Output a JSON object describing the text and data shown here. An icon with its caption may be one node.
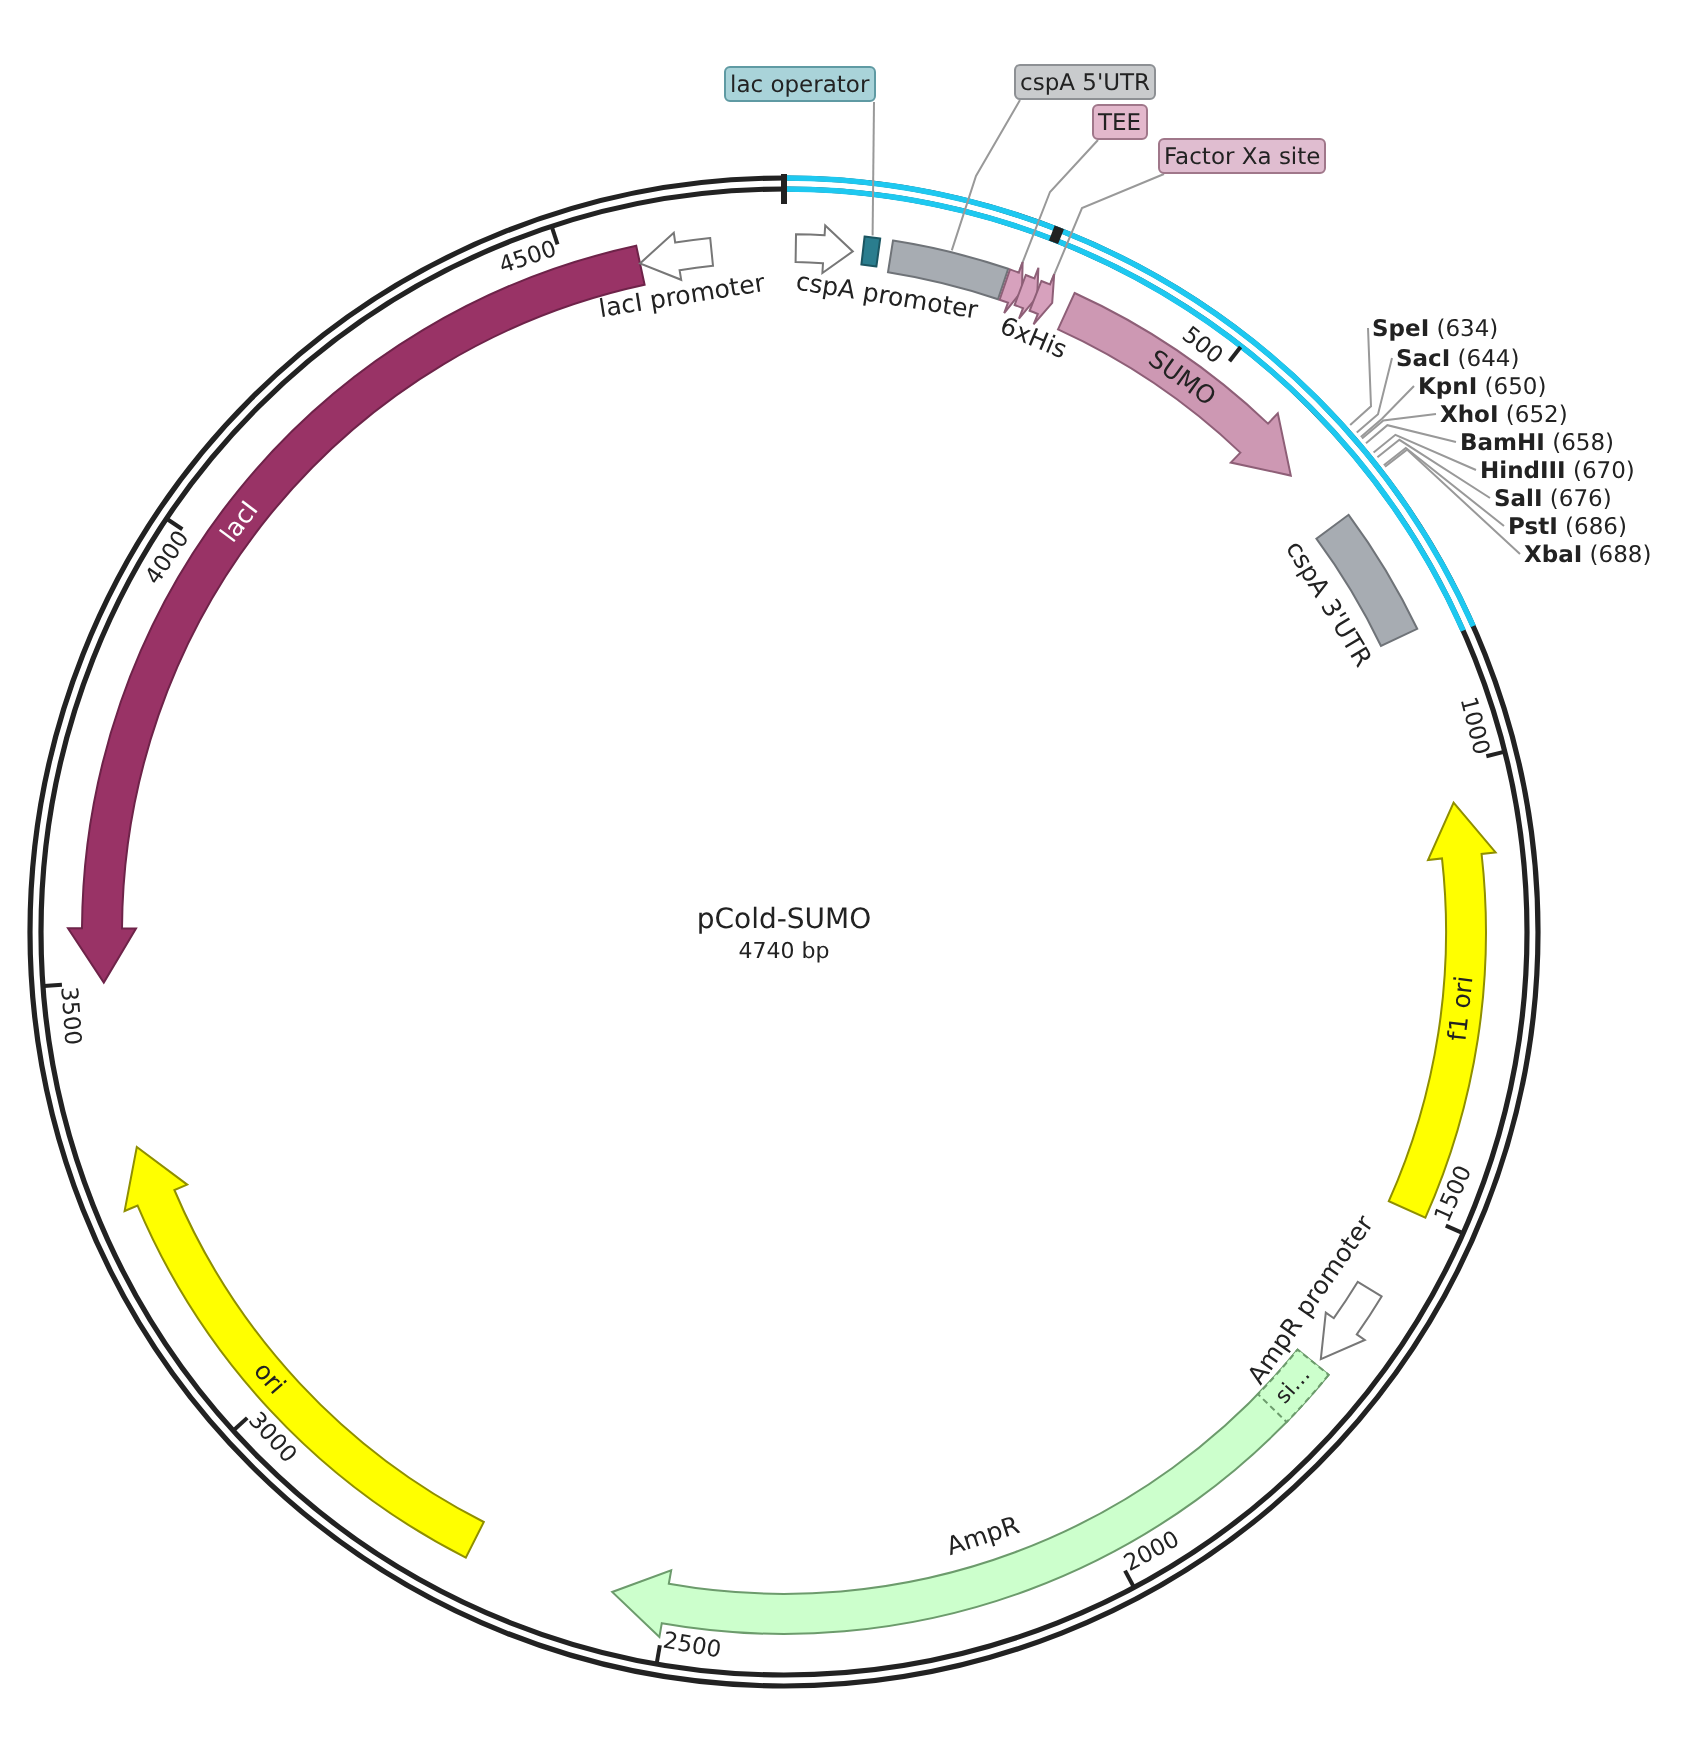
{
  "diagram": {
    "title": "pCold-SUMO",
    "nodes": [
      {
        "text": [
          "lac operator"
        ]
      },
      {
        "text": [
          "cspA 5'UTR"
        ]
      },
      {
        "text": [
          "TEE"
        ]
      },
      {
        "text": [
          "Factor Xa site"
        ]
      },
      {
        "text": [
          "lacI promoter"
        ]
      },
      {
        "text": [
          "cspA promoter"
        ]
      },
      {
        "text": [],
        "shape": "box"
      },
      {
        "text": [],
        "shape": "box"
      },
      {
        "text": [],
        "shape": "chevron"
      },
      {
        "text": [
          "6xHis"
        ]
      },
      {
        "text": [],
        "shape": "chevron"
      },
      {
        "text": [
          "SUMO"
        ]
      },
      {
        "text": [
          "**SpeI** (634)"
        ]
      },
      {
        "text": [
          "**SacI** (644)"
        ]
      },
      {
        "text": [
          "**KpnI** (650)"
        ]
      },
      {
        "text": [
          "**XhoI** (652)"
        ]
      },
      {
        "text": [
          "**BamHI** (658)"
        ]
      },
      {
        "text": [
          "**HindIII** (670)"
        ]
      },
      {
        "text": [
          "**SalI** (676)"
        ]
      },
      {
        "text": [
          "**PstI** (686)"
        ]
      },
      {
        "text": [
          "**XbaI** (688)"
        ]
      },
      {
        "text": [
          "cspA 3'UTR"
        ]
      },
      {
        "text": [
          "f1 ori"
        ]
      },
      {
        "text": [
          "AmpR promoter"
        ]
      },
      {
        "text": [
          "AmpR"
        ]
      },
      {
        "text": [
          "si…"
        ],
        "in": 24
      },
      {
        "text": [
          "ori"
        ]
      },
      {
        "text": [
          "lacI"
        ]
      }
    ],
    "edges": [
      {
        "from": 0,
        "to": 6,
        "arrow": "none"
      },
      {
        "from": 1,
        "to": 7,
        "arrow": "none"
      },
      {
        "from": 2,
        "to": 8,
        "arrow": "none"
      },
      {
        "from": 3,
        "to": 10,
        "arrow": "none"
      },
      {
        "from": 12,
        "to": null,
        "arrow": "none"
      },
      {
        "from": 13,
        "to": null,
        "arrow": "none"
      },
      {
        "from": 14,
        "to": null,
        "arrow": "none"
      },
      {
        "from": 15,
        "to": null,
        "arrow": "none"
      },
      {
        "from": 16,
        "to": null,
        "arrow": "none"
      },
      {
        "from": 17,
        "to": null,
        "arrow": "none"
      },
      {
        "from": 18,
        "to": null,
        "arrow": "none"
      },
      {
        "from": 19,
        "to": null,
        "arrow": "none"
      },
      {
        "from": 20,
        "to": null,
        "arrow": "none"
      }
    ],
    "labels": [
      "500",
      "1000",
      "1500",
      "2000",
      "2500",
      "3000",
      "3500",
      "4000",
      "4500",
      "4740 bp"
    ]
  }
}
